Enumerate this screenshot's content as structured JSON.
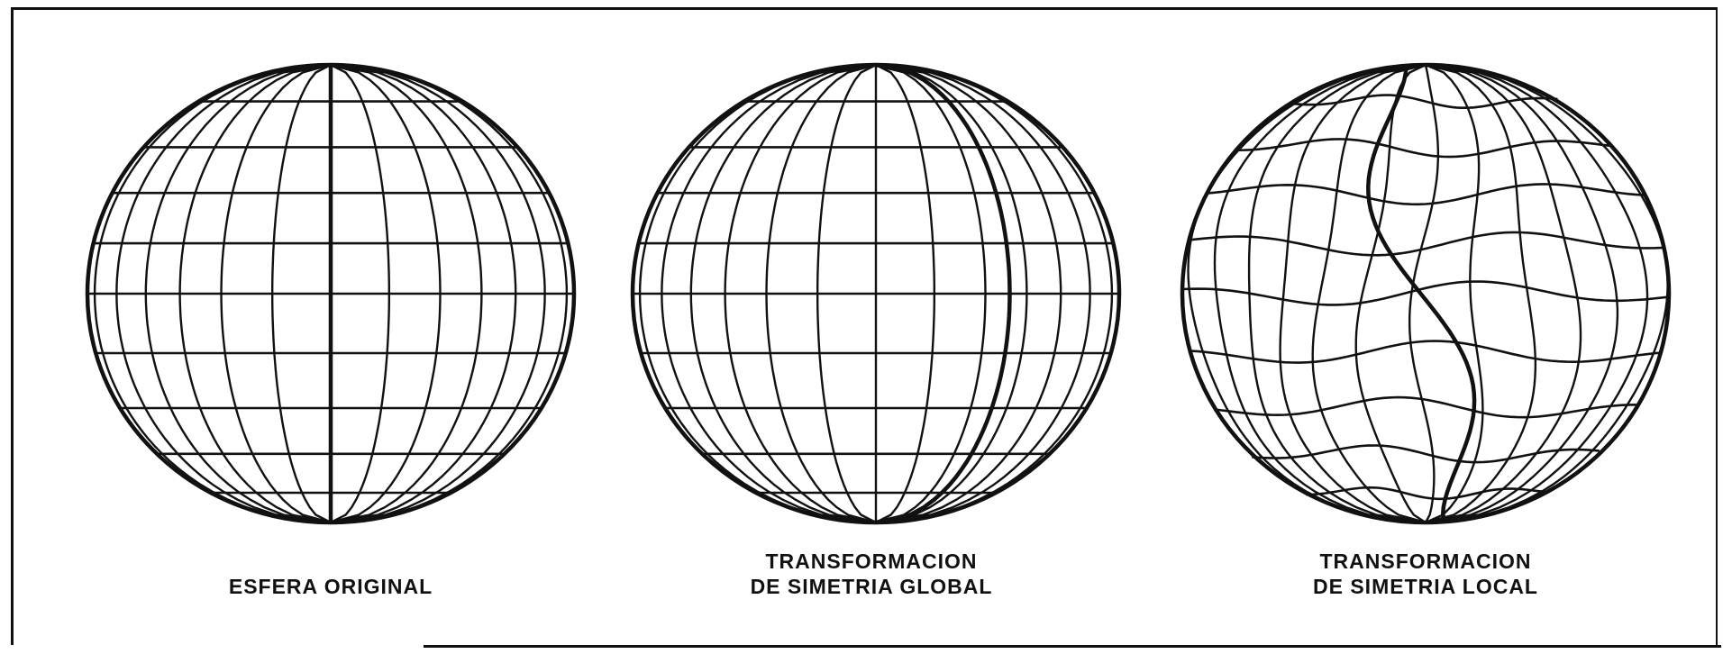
{
  "panels": [
    {
      "id": "original",
      "caption_lines": [
        "ESFERA ORIGINAL"
      ]
    },
    {
      "id": "global",
      "caption_lines": [
        "TRANSFORMACION",
        "DE SIMETRIA GLOBAL"
      ]
    },
    {
      "id": "local",
      "caption_lines": [
        "TRANSFORMACION",
        "DE SIMETRIA LOCAL"
      ]
    }
  ],
  "colors": {
    "ink": "#111111",
    "paper": "#ffffff"
  }
}
